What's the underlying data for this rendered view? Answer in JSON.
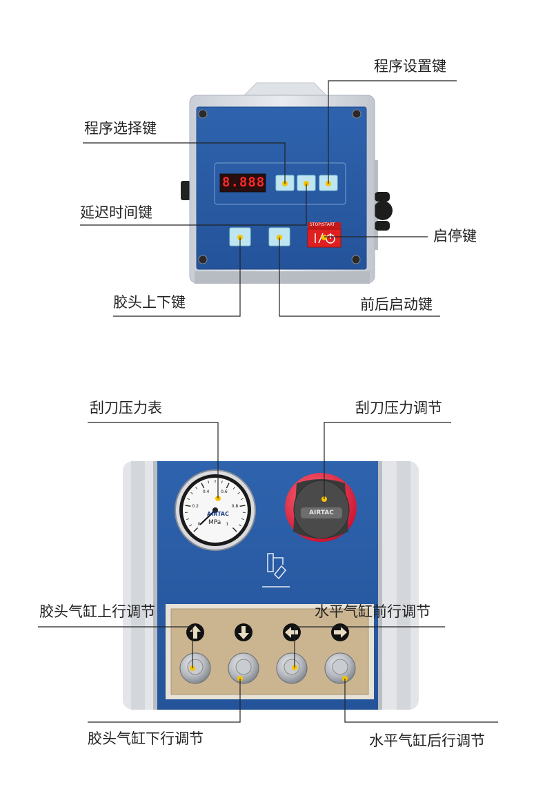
{
  "top_panel": {
    "display_value": "8.888",
    "stop_start_text": "STOP/START",
    "labels": {
      "program_set_key": "程序设置键",
      "program_select_key": "程序选择键",
      "delay_time_key": "延迟时间键",
      "start_stop_key": "启停键",
      "glue_head_updown_key": "胶头上下键",
      "front_back_start_key": "前后启动键"
    }
  },
  "bottom_panel": {
    "gauge_brand": "AIRTAC",
    "gauge_unit": "MPa",
    "gauge_ticks": [
      "0",
      "0.2",
      "0.4",
      "0.6",
      "0.8",
      "1"
    ],
    "regulator_brand": "AIRTAC",
    "labels": {
      "scraper_pressure_gauge": "刮刀压力表",
      "scraper_pressure_adjust": "刮刀压力调节",
      "glue_cylinder_up_adjust": "胶头气缸上行调节",
      "horizontal_cylinder_forward_adjust": "水平气缸前行调节",
      "glue_cylinder_down_adjust": "胶头气缸下行调节",
      "horizontal_cylinder_back_adjust": "水平气缸后行调节"
    }
  },
  "colors": {
    "panel_blue": "#2b5fa8",
    "led_red": "#ff2a2a",
    "marker_yellow": "#f5c400",
    "start_red": "#e02020",
    "key_cyan": "#bfe6f0",
    "plate_beige": "#cbb591"
  }
}
